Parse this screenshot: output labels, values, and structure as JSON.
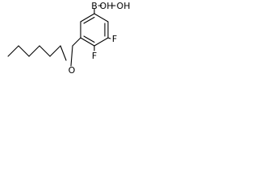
{
  "molecule": {
    "atoms": {
      "boron": "B",
      "hydroxyl_1": "OH",
      "hydroxyl_2": "OH",
      "fluorine_1": "F",
      "fluorine_2": "F",
      "ether_oxygen": "O"
    },
    "colors": {
      "bond": "#000000",
      "label": "#000000",
      "background": "#ffffff"
    }
  }
}
